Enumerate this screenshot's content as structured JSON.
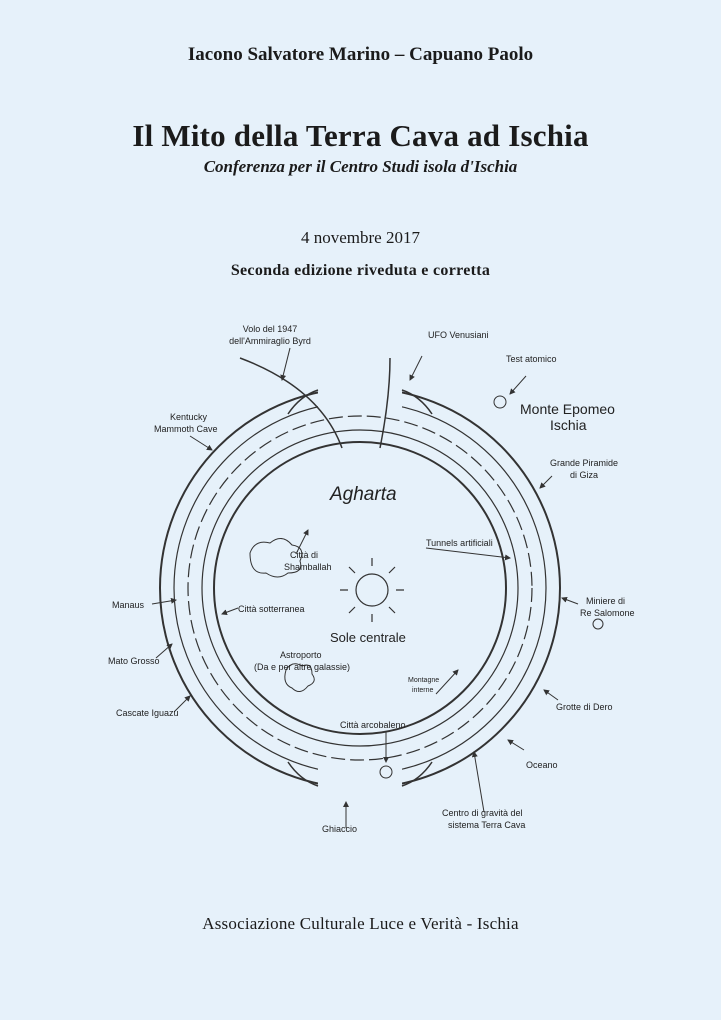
{
  "header": {
    "authors": "Iacono Salvatore Marino – Capuano Paolo",
    "title": "Il Mito della Terra Cava ad Ischia",
    "subtitle": "Conferenza per il Centro Studi  isola d'Ischia",
    "date": "4 novembre 2017",
    "edition": "Seconda edizione riveduta e corretta"
  },
  "diagram": {
    "center_name": "Agharta",
    "labels": {
      "byrd_1": "Volo del 1947",
      "byrd_2": "dell'Ammiraglio Byrd",
      "ufo": "UFO Venusiani",
      "test": "Test atomico",
      "epomeo_1": "Monte Epomeo",
      "epomeo_2": "Ischia",
      "giza_1": "Grande Piramide",
      "giza_2": "di Giza",
      "kentucky_1": "Kentucky",
      "kentucky_2": "Mammoth Cave",
      "tunnels": "Tunnels artificiali",
      "shamballah_1": "Città di",
      "shamballah_2": "Shamballah",
      "manaus": "Manaus",
      "sotterranea": "Città sotterranea",
      "sole": "Sole centrale",
      "miniere_1": "Miniere di",
      "miniere_2": "Re Salomone",
      "mato": "Mato Grosso",
      "astro_1": "Astroporto",
      "astro_2": "(Da e per altre galassie)",
      "montagne_1": "Montagne",
      "montagne_2": "interne",
      "dero": "Grotte di Dero",
      "iguazu": "Cascate Iguazu",
      "arcobaleno": "Città arcobaleno",
      "oceano": "Oceano",
      "ghiaccio": "Ghiaccio",
      "gravita_1": "Centro di gravità del",
      "gravita_2": "sistema Terra Cava"
    }
  },
  "footer": {
    "publisher": "Associazione Culturale Luce e Verità - Ischia"
  }
}
